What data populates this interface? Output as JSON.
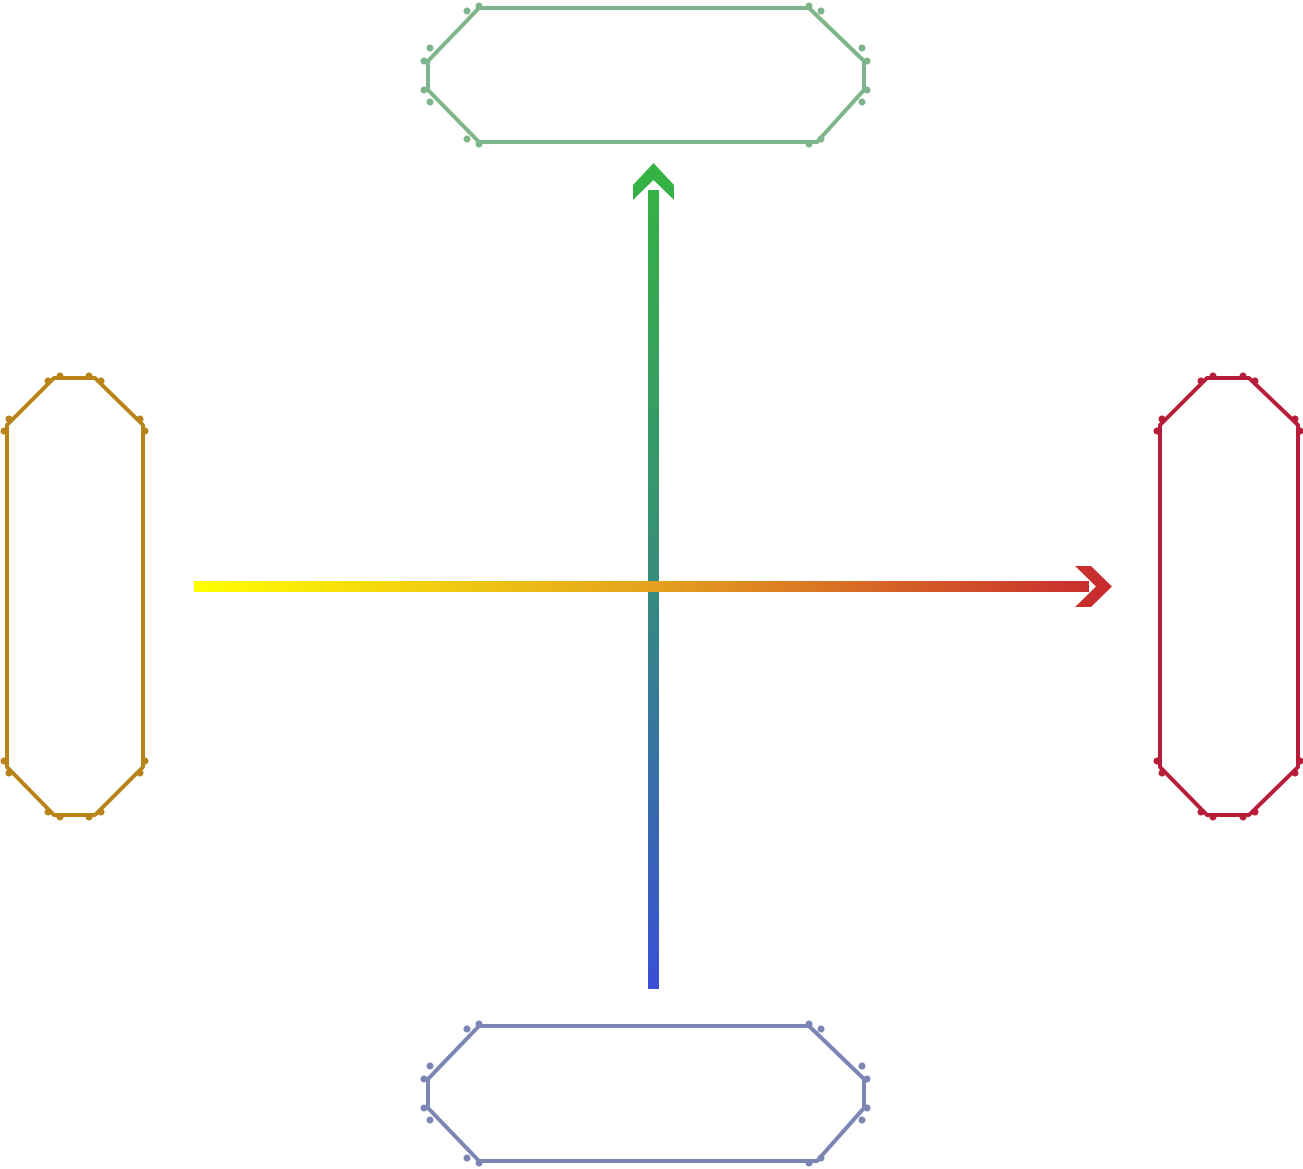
{
  "diagram": {
    "nodes": [
      {
        "id": "top",
        "label": "",
        "color": "#7fb58a"
      },
      {
        "id": "left",
        "label": "",
        "color": "#b8841a"
      },
      {
        "id": "right",
        "label": "",
        "color": "#b81c38"
      },
      {
        "id": "bottom",
        "label": "",
        "color": "#7b86b5"
      }
    ],
    "arrows": [
      {
        "id": "horizontal",
        "from": "left",
        "to": "right",
        "gradient_start": "#ffff00",
        "gradient_mid": "#e4a11e",
        "gradient_end": "#c7282e"
      },
      {
        "id": "vertical",
        "from": "bottom",
        "to": "top",
        "gradient_start": "#3a4fd6",
        "gradient_mid": "#368d7b",
        "gradient_end": "#35b441"
      }
    ]
  }
}
